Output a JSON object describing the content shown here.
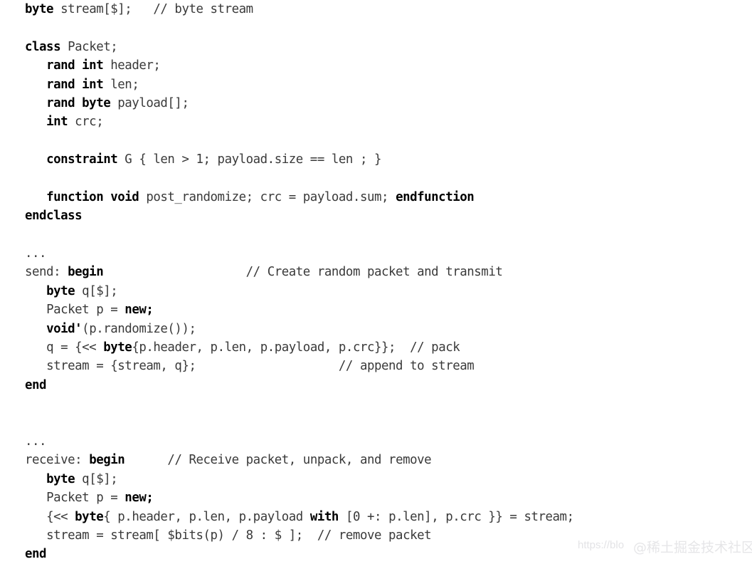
{
  "document": {
    "type": "code-listing",
    "language": "SystemVerilog",
    "background_color": "#ffffff",
    "text_color": "#3a3a3a",
    "keyword_color": "#000000"
  },
  "code": {
    "lines": [
      {
        "id": "line-1",
        "indent": 0,
        "tokens": [
          {
            "t": "kw",
            "v": "byte"
          },
          {
            "t": "txt",
            "v": " stream[$];   "
          },
          {
            "t": "cmt",
            "v": "// byte stream"
          }
        ]
      },
      {
        "id": "line-2",
        "indent": 0,
        "tokens": []
      },
      {
        "id": "line-3",
        "indent": 0,
        "tokens": [
          {
            "t": "kw",
            "v": "class"
          },
          {
            "t": "txt",
            "v": " Packet;"
          }
        ]
      },
      {
        "id": "line-4",
        "indent": 3,
        "tokens": [
          {
            "t": "kw",
            "v": "rand int"
          },
          {
            "t": "txt",
            "v": " header;"
          }
        ]
      },
      {
        "id": "line-5",
        "indent": 3,
        "tokens": [
          {
            "t": "kw",
            "v": "rand int"
          },
          {
            "t": "txt",
            "v": " len;"
          }
        ]
      },
      {
        "id": "line-6",
        "indent": 3,
        "tokens": [
          {
            "t": "kw",
            "v": "rand byte"
          },
          {
            "t": "txt",
            "v": " payload[];"
          }
        ]
      },
      {
        "id": "line-7",
        "indent": 3,
        "tokens": [
          {
            "t": "kw",
            "v": "int"
          },
          {
            "t": "txt",
            "v": " crc;"
          }
        ]
      },
      {
        "id": "line-8",
        "indent": 0,
        "tokens": []
      },
      {
        "id": "line-9",
        "indent": 3,
        "tokens": [
          {
            "t": "kw",
            "v": "constraint"
          },
          {
            "t": "txt",
            "v": " G { len > 1; payload.size == len ; }"
          }
        ]
      },
      {
        "id": "line-10",
        "indent": 0,
        "tokens": []
      },
      {
        "id": "line-11",
        "indent": 3,
        "tokens": [
          {
            "t": "kw",
            "v": "function void"
          },
          {
            "t": "txt",
            "v": " post_randomize; crc = payload.sum; "
          },
          {
            "t": "kw",
            "v": "endfunction"
          }
        ]
      },
      {
        "id": "line-12",
        "indent": 0,
        "tokens": [
          {
            "t": "kw",
            "v": "endclass"
          }
        ]
      },
      {
        "id": "line-13",
        "indent": 0,
        "tokens": []
      },
      {
        "id": "line-14",
        "indent": 0,
        "tokens": [
          {
            "t": "txt",
            "v": "..."
          }
        ]
      },
      {
        "id": "line-15",
        "indent": 0,
        "tokens": [
          {
            "t": "txt",
            "v": "send: "
          },
          {
            "t": "kw",
            "v": "begin"
          },
          {
            "t": "txt",
            "v": "                    "
          },
          {
            "t": "cmt",
            "v": "// Create random packet and transmit"
          }
        ]
      },
      {
        "id": "line-16",
        "indent": 3,
        "tokens": [
          {
            "t": "kw",
            "v": "byte"
          },
          {
            "t": "txt",
            "v": " q[$];"
          }
        ]
      },
      {
        "id": "line-17",
        "indent": 3,
        "tokens": [
          {
            "t": "txt",
            "v": "Packet p = "
          },
          {
            "t": "kw",
            "v": "new;"
          }
        ]
      },
      {
        "id": "line-18",
        "indent": 3,
        "tokens": [
          {
            "t": "kw",
            "v": "void'"
          },
          {
            "t": "txt",
            "v": "(p.randomize());"
          }
        ]
      },
      {
        "id": "line-19",
        "indent": 3,
        "tokens": [
          {
            "t": "txt",
            "v": "q = {<< "
          },
          {
            "t": "kw",
            "v": "byte"
          },
          {
            "t": "txt",
            "v": "{p.header, p.len, p.payload, p.crc}};  "
          },
          {
            "t": "cmt",
            "v": "// pack"
          }
        ]
      },
      {
        "id": "line-20",
        "indent": 3,
        "tokens": [
          {
            "t": "txt",
            "v": "stream = {stream, q};                    "
          },
          {
            "t": "cmt",
            "v": "// append to stream"
          }
        ]
      },
      {
        "id": "line-21",
        "indent": 0,
        "tokens": [
          {
            "t": "kw",
            "v": "end"
          }
        ]
      },
      {
        "id": "line-22",
        "indent": 0,
        "tokens": []
      },
      {
        "id": "line-23",
        "indent": 0,
        "tokens": []
      },
      {
        "id": "line-24",
        "indent": 0,
        "tokens": [
          {
            "t": "txt",
            "v": "..."
          }
        ]
      },
      {
        "id": "line-25",
        "indent": 0,
        "tokens": [
          {
            "t": "txt",
            "v": "receive: "
          },
          {
            "t": "kw",
            "v": "begin"
          },
          {
            "t": "txt",
            "v": "      "
          },
          {
            "t": "cmt",
            "v": "// Receive packet, unpack, and remove"
          }
        ]
      },
      {
        "id": "line-26",
        "indent": 3,
        "tokens": [
          {
            "t": "kw",
            "v": "byte"
          },
          {
            "t": "txt",
            "v": " q[$];"
          }
        ]
      },
      {
        "id": "line-27",
        "indent": 3,
        "tokens": [
          {
            "t": "txt",
            "v": "Packet p = "
          },
          {
            "t": "kw",
            "v": "new;"
          }
        ]
      },
      {
        "id": "line-28",
        "indent": 3,
        "tokens": [
          {
            "t": "txt",
            "v": "{<< "
          },
          {
            "t": "kw",
            "v": "byte"
          },
          {
            "t": "txt",
            "v": "{ p.header, p.len, p.payload "
          },
          {
            "t": "kw",
            "v": "with"
          },
          {
            "t": "txt",
            "v": " [0 +: p.len], p.crc }} = stream;"
          }
        ]
      },
      {
        "id": "line-29",
        "indent": 3,
        "tokens": [
          {
            "t": "txt",
            "v": "stream = stream[ $bits(p) / 8 : $ ];  "
          },
          {
            "t": "cmt",
            "v": "// remove packet"
          }
        ]
      },
      {
        "id": "line-30",
        "indent": 0,
        "tokens": [
          {
            "t": "kw",
            "v": "end"
          }
        ]
      }
    ]
  },
  "watermark": {
    "url_text": "https://blo",
    "brand_text": "@稀土掘金技术社区",
    "color": "#e5e5e8"
  }
}
